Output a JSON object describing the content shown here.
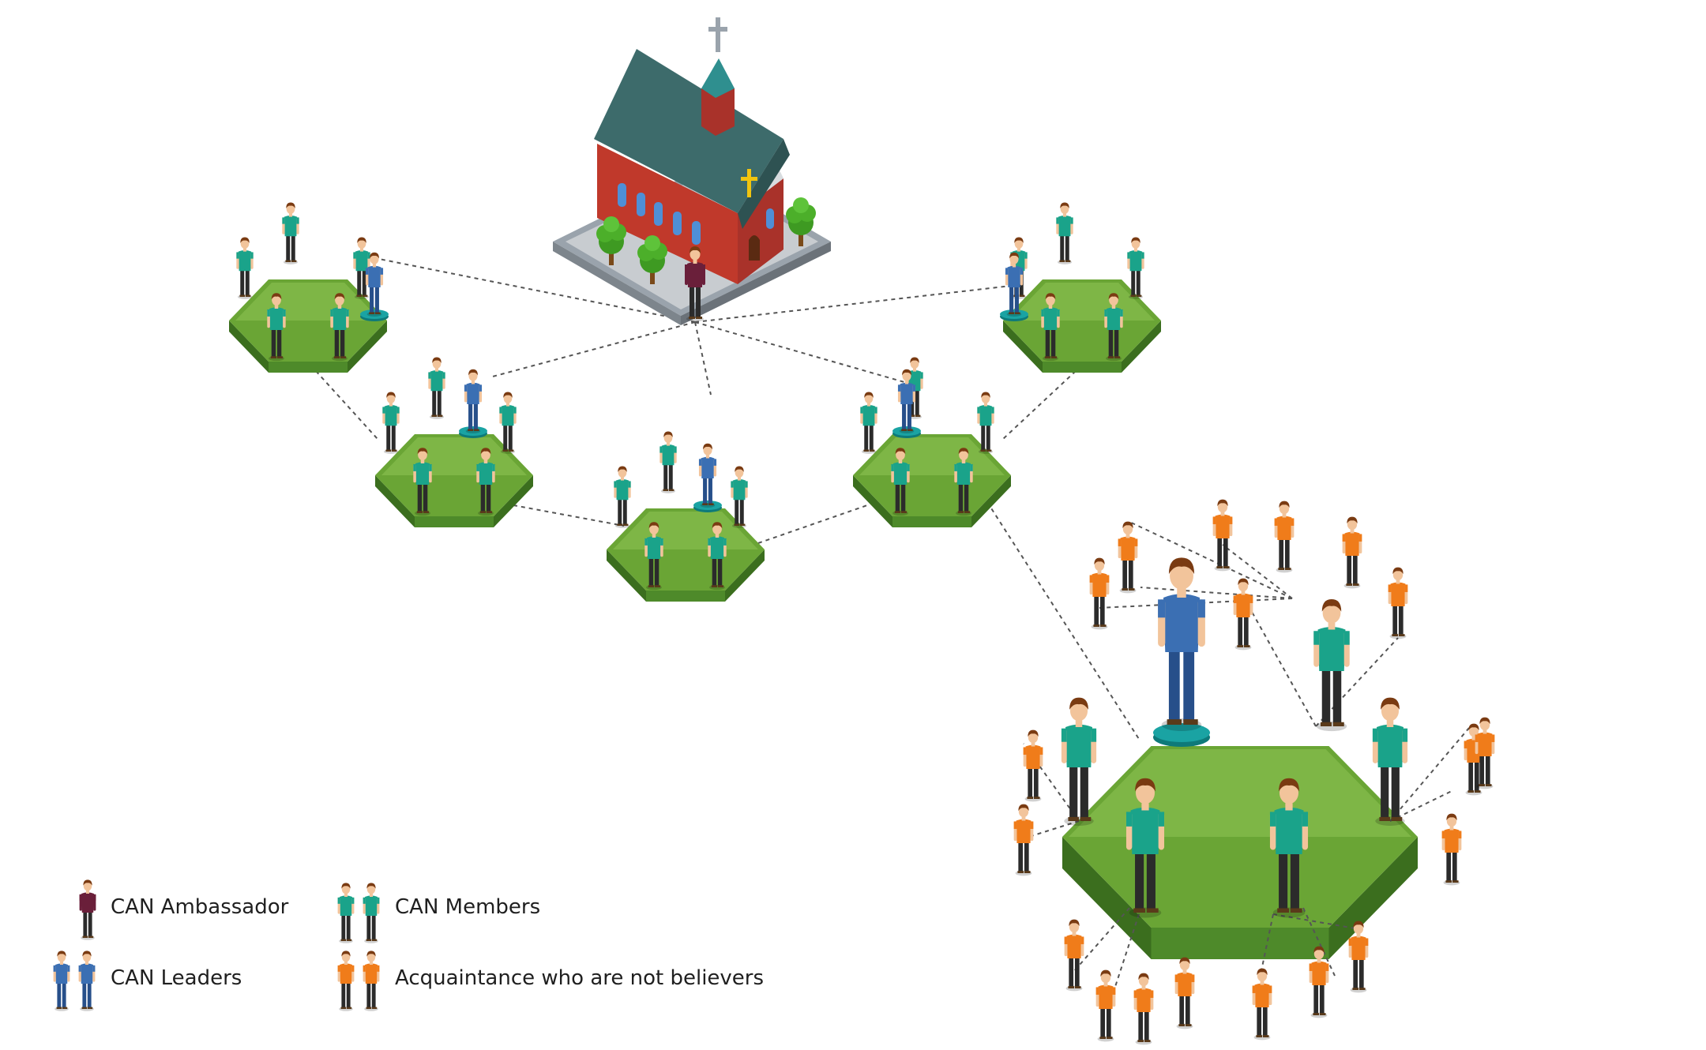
{
  "colors": {
    "hex_top_light": "#8cc152",
    "hex_top_dark": "#6aa535",
    "hex_side": "#4e8a2a",
    "hex_side_dark": "#3b6e1e",
    "member_shirt": "#1aa38a",
    "leader_shirt": "#3b6fb3",
    "ambassador_coat": "#6a1f3a",
    "outsider_shirt": "#f07c1a",
    "pants": "#2b2b2b",
    "pants_blue": "#274f8a",
    "skin": "#f2c49b",
    "hair": "#7a3b12",
    "pedestal": "#1aa3a3",
    "church_wall": "#c0392b",
    "church_roof": "#3d6b6b",
    "church_stone": "#c8ccd0",
    "tree": "#4caf2a",
    "connector": "#555555"
  },
  "legend": {
    "ambassador": "CAN Ambassador",
    "leaders": "CAN Leaders",
    "members": "CAN Members",
    "acquaintances": "Acquaintance who are not believers"
  },
  "icons": {
    "church": "church-icon",
    "tree": "tree-icon",
    "person": "person-icon",
    "pedestal": "pedestal-icon"
  }
}
